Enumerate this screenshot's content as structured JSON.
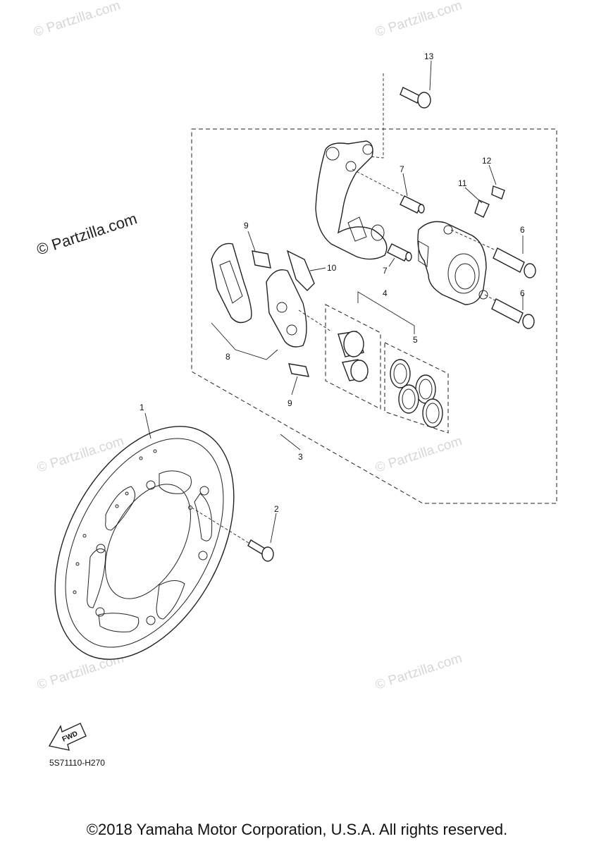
{
  "watermarks": {
    "main": "© Partzilla.com",
    "faded": "© Partzilla.com"
  },
  "callouts": [
    "1",
    "2",
    "3",
    "4",
    "5",
    "6",
    "6",
    "7",
    "7",
    "8",
    "9",
    "9",
    "10",
    "11",
    "12",
    "13"
  ],
  "fwd_label": "FWD",
  "diagram_code": "5S71110-H270",
  "copyright": "©2018 Yamaha Motor Corporation, U.S.A. All rights reserved."
}
